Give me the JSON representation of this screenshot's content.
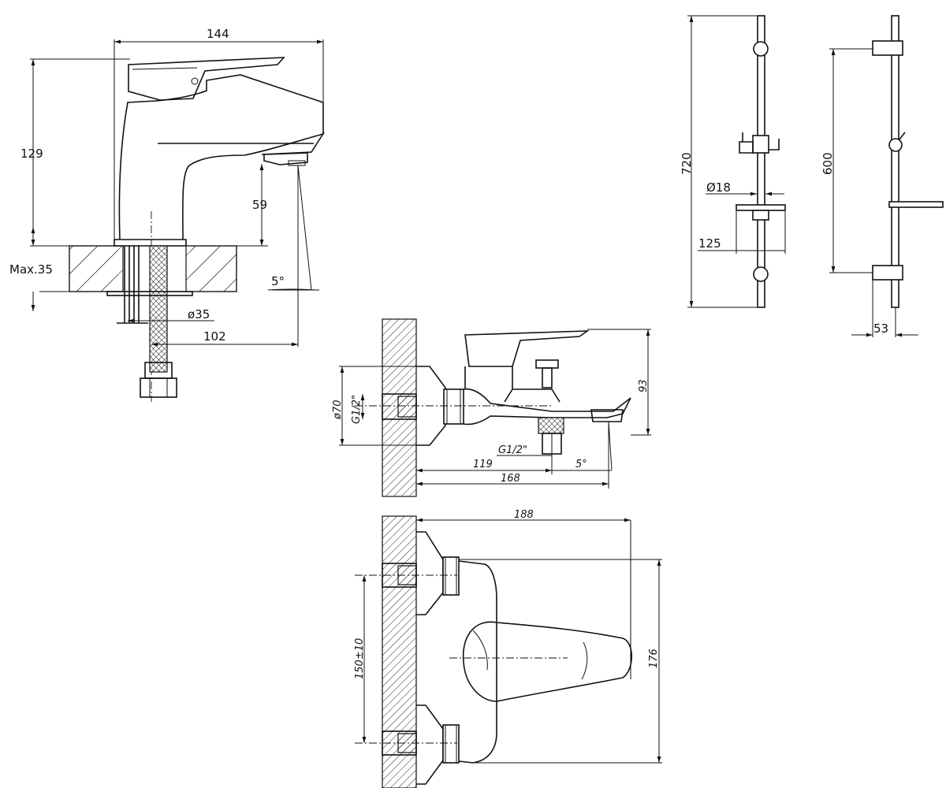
{
  "basin_mixer": {
    "width": "144",
    "height": "129",
    "spout_height": "59",
    "max_thickness": "Max.35",
    "angle": "5°",
    "hole_diameter": "ø35",
    "reach": "102"
  },
  "shower_rail": {
    "length": "720",
    "tube_diameter": "Ø18",
    "dish_size": "125",
    "bracket_spacing": "600",
    "wall_offset": "53"
  },
  "bath_mixer_side": {
    "flange_diameter": "ø70",
    "inlet_thread": "G1/2\"",
    "outlet_thread": "G1/2\"",
    "height": "93",
    "spout_reach": "119",
    "total_reach": "168",
    "angle": "5°"
  },
  "bath_mixer_top": {
    "depth": "188",
    "centers": "150±10",
    "width": "176"
  }
}
